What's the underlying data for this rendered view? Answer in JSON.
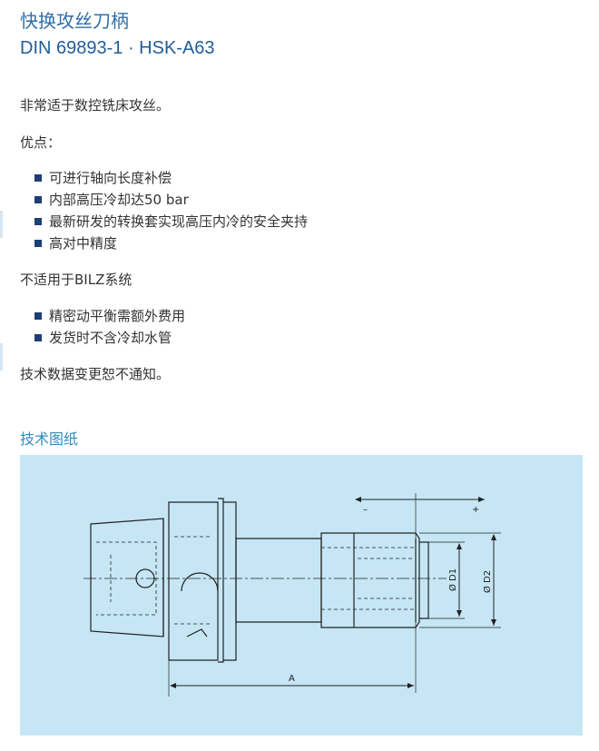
{
  "header": {
    "title_cn": "快换攻丝刀柄",
    "title_en": "DIN 69893-1 · HSK-A63"
  },
  "intro": "非常适于数控铣床攻丝。",
  "advantages_label": "优点：",
  "advantages": [
    "可进行轴向长度补偿",
    "内部高压冷却达50 bar",
    "最新研发的转换套实现高压内冷的安全夹持",
    "高对中精度"
  ],
  "not_for": "不适用于BILZ系统",
  "extras": [
    "精密动平衡需额外费用",
    "发货时不含冷却水管"
  ],
  "notice": "技术数据变更恕不通知。",
  "drawing": {
    "section_title": "技术图纸",
    "minus_label": "–",
    "plus_label": "+",
    "d1_label": "Ø D1",
    "d2_label": "Ø D2",
    "a_label": "A",
    "background_color": "#c6e6f5"
  }
}
